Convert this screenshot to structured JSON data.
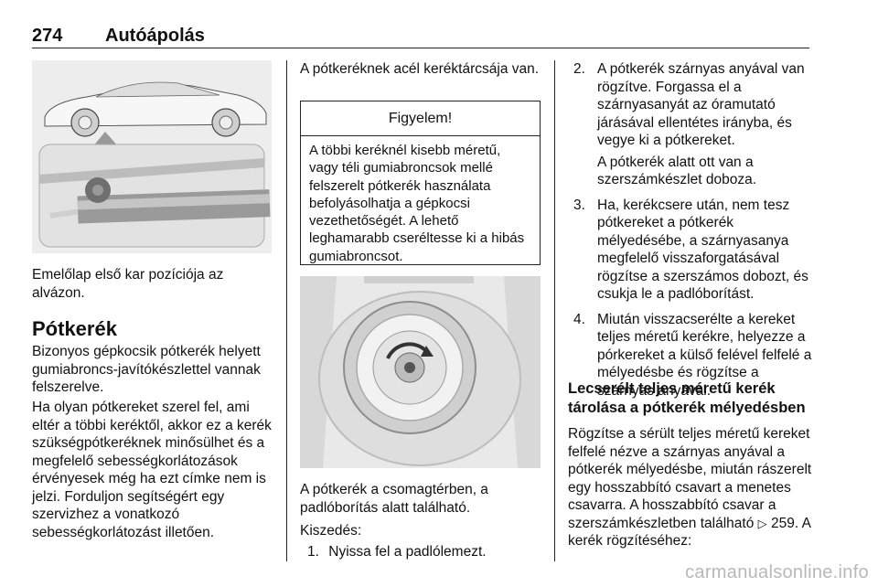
{
  "header": {
    "page_number": "274",
    "chapter": "Autóápolás"
  },
  "left": {
    "figure_caption": "Emelőlap első kar pozíciója az alvázon.",
    "heading": "Pótkerék",
    "para1": "Bizonyos gépkocsik pótkerék helyett gumiabroncs-javítókészlettel vannak felszerelve.",
    "para2": "Ha olyan pótkereket szerel fel, ami eltér a többi keréktől, akkor ez a kerék szükségpótkeréknek minősülhet és a megfelelő sebességkorlátozások érvényesek még ha ezt címke nem is jelzi. Forduljon segítségért egy szervizhez a vonatkozó sebességkorlátozást illetően."
  },
  "middle": {
    "intro": "A pótkeréknek acél keréktárcsája van.",
    "warning": {
      "title": "Figyelem!",
      "body": "A többi keréknél kisebb méretű, vagy téli gumiabroncsok mellé felszerelt pótkerék használata befolyásolhatja a gépkocsi vezethetőségét. A lehető leghamarabb cseréltesse ki a hibás gumiabroncsot."
    },
    "figure_caption": "A pótkerék a csomagtérben, a padlóborítás alatt található.",
    "removal_label": "Kiszedés:",
    "step1": "Nyissa fel a padlólemezt."
  },
  "right": {
    "steps": [
      {
        "num": "2.",
        "text": "A pótkerék szárnyas anyával van rögzítve. Forgassa el a szárnyasanyát az óramutató járásával ellentétes irányba, és vegye ki a pótkereket.",
        "sub": "A pótkerék alatt ott van a szerszámkészlet doboza."
      },
      {
        "num": "3.",
        "text": "Ha, kerékcsere után, nem tesz pótkereket a pótkerék mélyedésébe, a szárnyasanya megfelelő visszaforgatásával rögzítse a szerszámos dobozt, és csukja le a padlóborítást.",
        "sub": ""
      },
      {
        "num": "4.",
        "text": "Miután visszacserélte a kereket teljes méretű kerékre, helyezze a pórkereket a külső felével felfelé a mélyedésbe és rögzítse a szárnyas anyával.",
        "sub": ""
      }
    ],
    "heading": "Lecserélt teljes méretű kerék tárolása a pótkerék mélyedésben",
    "para": "Rögzítse a sérült teljes méretű kereket felfelé nézve a szárnyas anyával a pótkerék mélyedésbe, miután rászerelt egy hosszabbító csavart a menetes csavarra. A hosszabbító csavar a szerszámkészletben található",
    "ref_page": "259.",
    "para_end": "A kerék rögzítéséhez:"
  },
  "watermark": "carmanualsonline.info"
}
